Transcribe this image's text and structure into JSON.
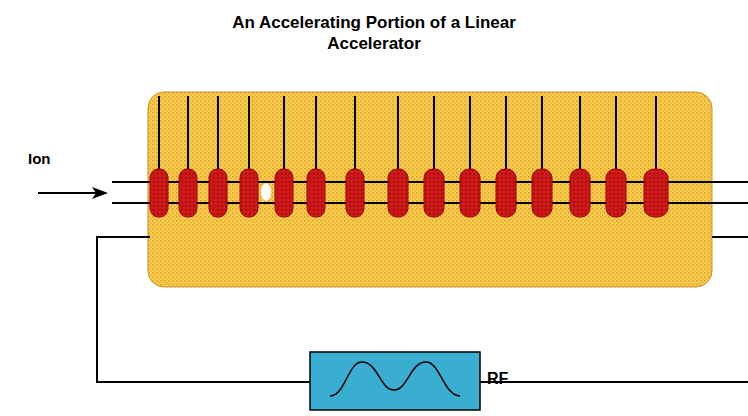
{
  "diagram": {
    "title": "An Accelerating Portion of a Linear Accelerator",
    "labels": [
      "Ion",
      "RF"
    ]
  }
}
